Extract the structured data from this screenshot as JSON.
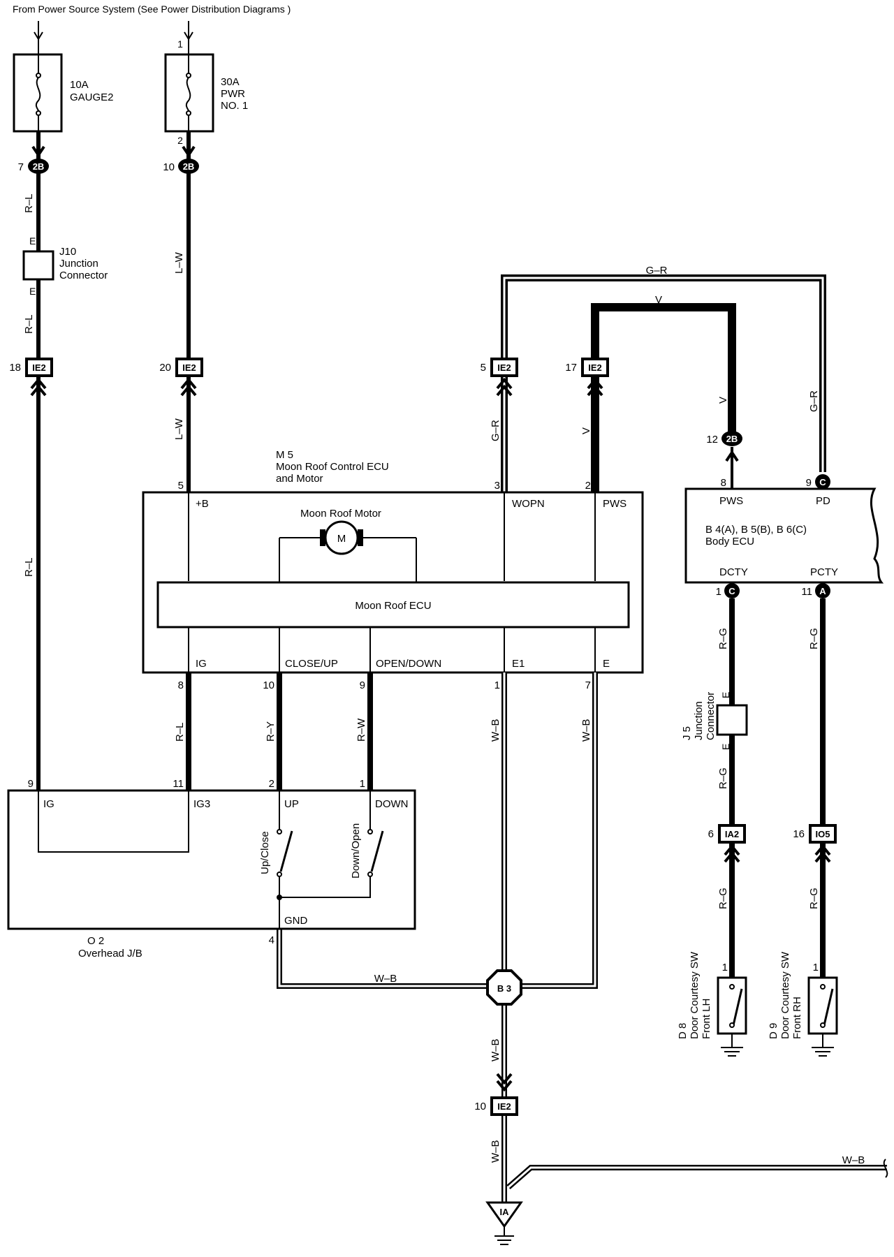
{
  "header": {
    "source_note": "From Power Source System (See Power Distribution Diagrams )"
  },
  "fuses": {
    "gauge": {
      "line1": "10A",
      "line2": "GAUGE2"
    },
    "pwr": {
      "line1": "30A",
      "line2": "PWR",
      "line3": "NO. 1",
      "pin_top": "1",
      "pin_bottom": "2"
    }
  },
  "connectors": {
    "c2b_left": {
      "code": "2B",
      "pin": "7"
    },
    "c2b_mid": {
      "code": "2B",
      "pin": "10"
    },
    "c2b_bcm": {
      "code": "2B",
      "pin": "12"
    },
    "ie2_a": {
      "code": "IE2",
      "pin": "18"
    },
    "ie2_b": {
      "code": "IE2",
      "pin": "20"
    },
    "ie2_c": {
      "code": "IE2",
      "pin": "5"
    },
    "ie2_d": {
      "code": "IE2",
      "pin": "17"
    },
    "ie2_e": {
      "code": "IE2",
      "pin": "10"
    },
    "ia2": {
      "code": "IA2",
      "pin": "6"
    },
    "io5": {
      "code": "IO5",
      "pin": "16"
    },
    "b3": {
      "code": "B 3"
    },
    "ia_ground": {
      "code": "IA"
    }
  },
  "j10": {
    "id": "J10",
    "line1": "Junction",
    "line2": "Connector",
    "pin_top": "E",
    "pin_bottom": "E"
  },
  "j5": {
    "line1": "J 5",
    "line2": "Junction",
    "line3": "Connector",
    "pin_top": "E",
    "pin_bottom": "E"
  },
  "m5": {
    "id": "M 5",
    "line1": "Moon Roof Control ECU",
    "line2": "and Motor",
    "motor_label": "Moon Roof Motor",
    "motor_symbol": "M",
    "ecu_label": "Moon Roof ECU",
    "terminals_top": [
      {
        "pin": "5",
        "label": "+B"
      },
      {
        "pin": "3",
        "label": "WOPN"
      },
      {
        "pin": "2",
        "label": "PWS"
      }
    ],
    "terminals_bottom": [
      {
        "pin": "8",
        "label": "IG"
      },
      {
        "pin": "10",
        "label": "CLOSE/UP"
      },
      {
        "pin": "9",
        "label": "OPEN/DOWN"
      },
      {
        "pin": "1",
        "label": "E1"
      },
      {
        "pin": "7",
        "label": "E"
      }
    ]
  },
  "body_ecu": {
    "line1": "B 4(A), B 5(B), B 6(C)",
    "line2": "Body ECU",
    "terminals_top": [
      {
        "pin": "8",
        "label": "PWS"
      },
      {
        "pin": "9",
        "tag": "C",
        "label": "PD"
      }
    ],
    "terminals_bottom": [
      {
        "pin": "1",
        "tag": "C",
        "label": "DCTY"
      },
      {
        "pin": "11",
        "tag": "A",
        "label": "PCTY"
      }
    ]
  },
  "o2": {
    "id": "O 2",
    "name": "Overhead J/B",
    "terminals": [
      {
        "pin": "9",
        "label": "IG"
      },
      {
        "pin": "11",
        "label": "IG3"
      },
      {
        "pin": "2",
        "label": "UP"
      },
      {
        "pin": "1",
        "label": "DOWN"
      },
      {
        "pin": "4",
        "label": "GND"
      }
    ],
    "switch_up": "Up/Close",
    "switch_down": "Down/Open"
  },
  "door_switches": {
    "d8": {
      "pin": "1",
      "line1": "D 8",
      "line2": "Door Courtesy SW",
      "line3": "Front LH"
    },
    "d9": {
      "pin": "1",
      "line1": "D 9",
      "line2": "Door Courtesy SW",
      "line3": "Front RH"
    }
  },
  "wires": {
    "rl": "R–L",
    "lw": "L–W",
    "gr": "G–R",
    "v": "V",
    "ry": "R–Y",
    "rw": "R–W",
    "wb": "W–B",
    "rg": "R–G"
  }
}
